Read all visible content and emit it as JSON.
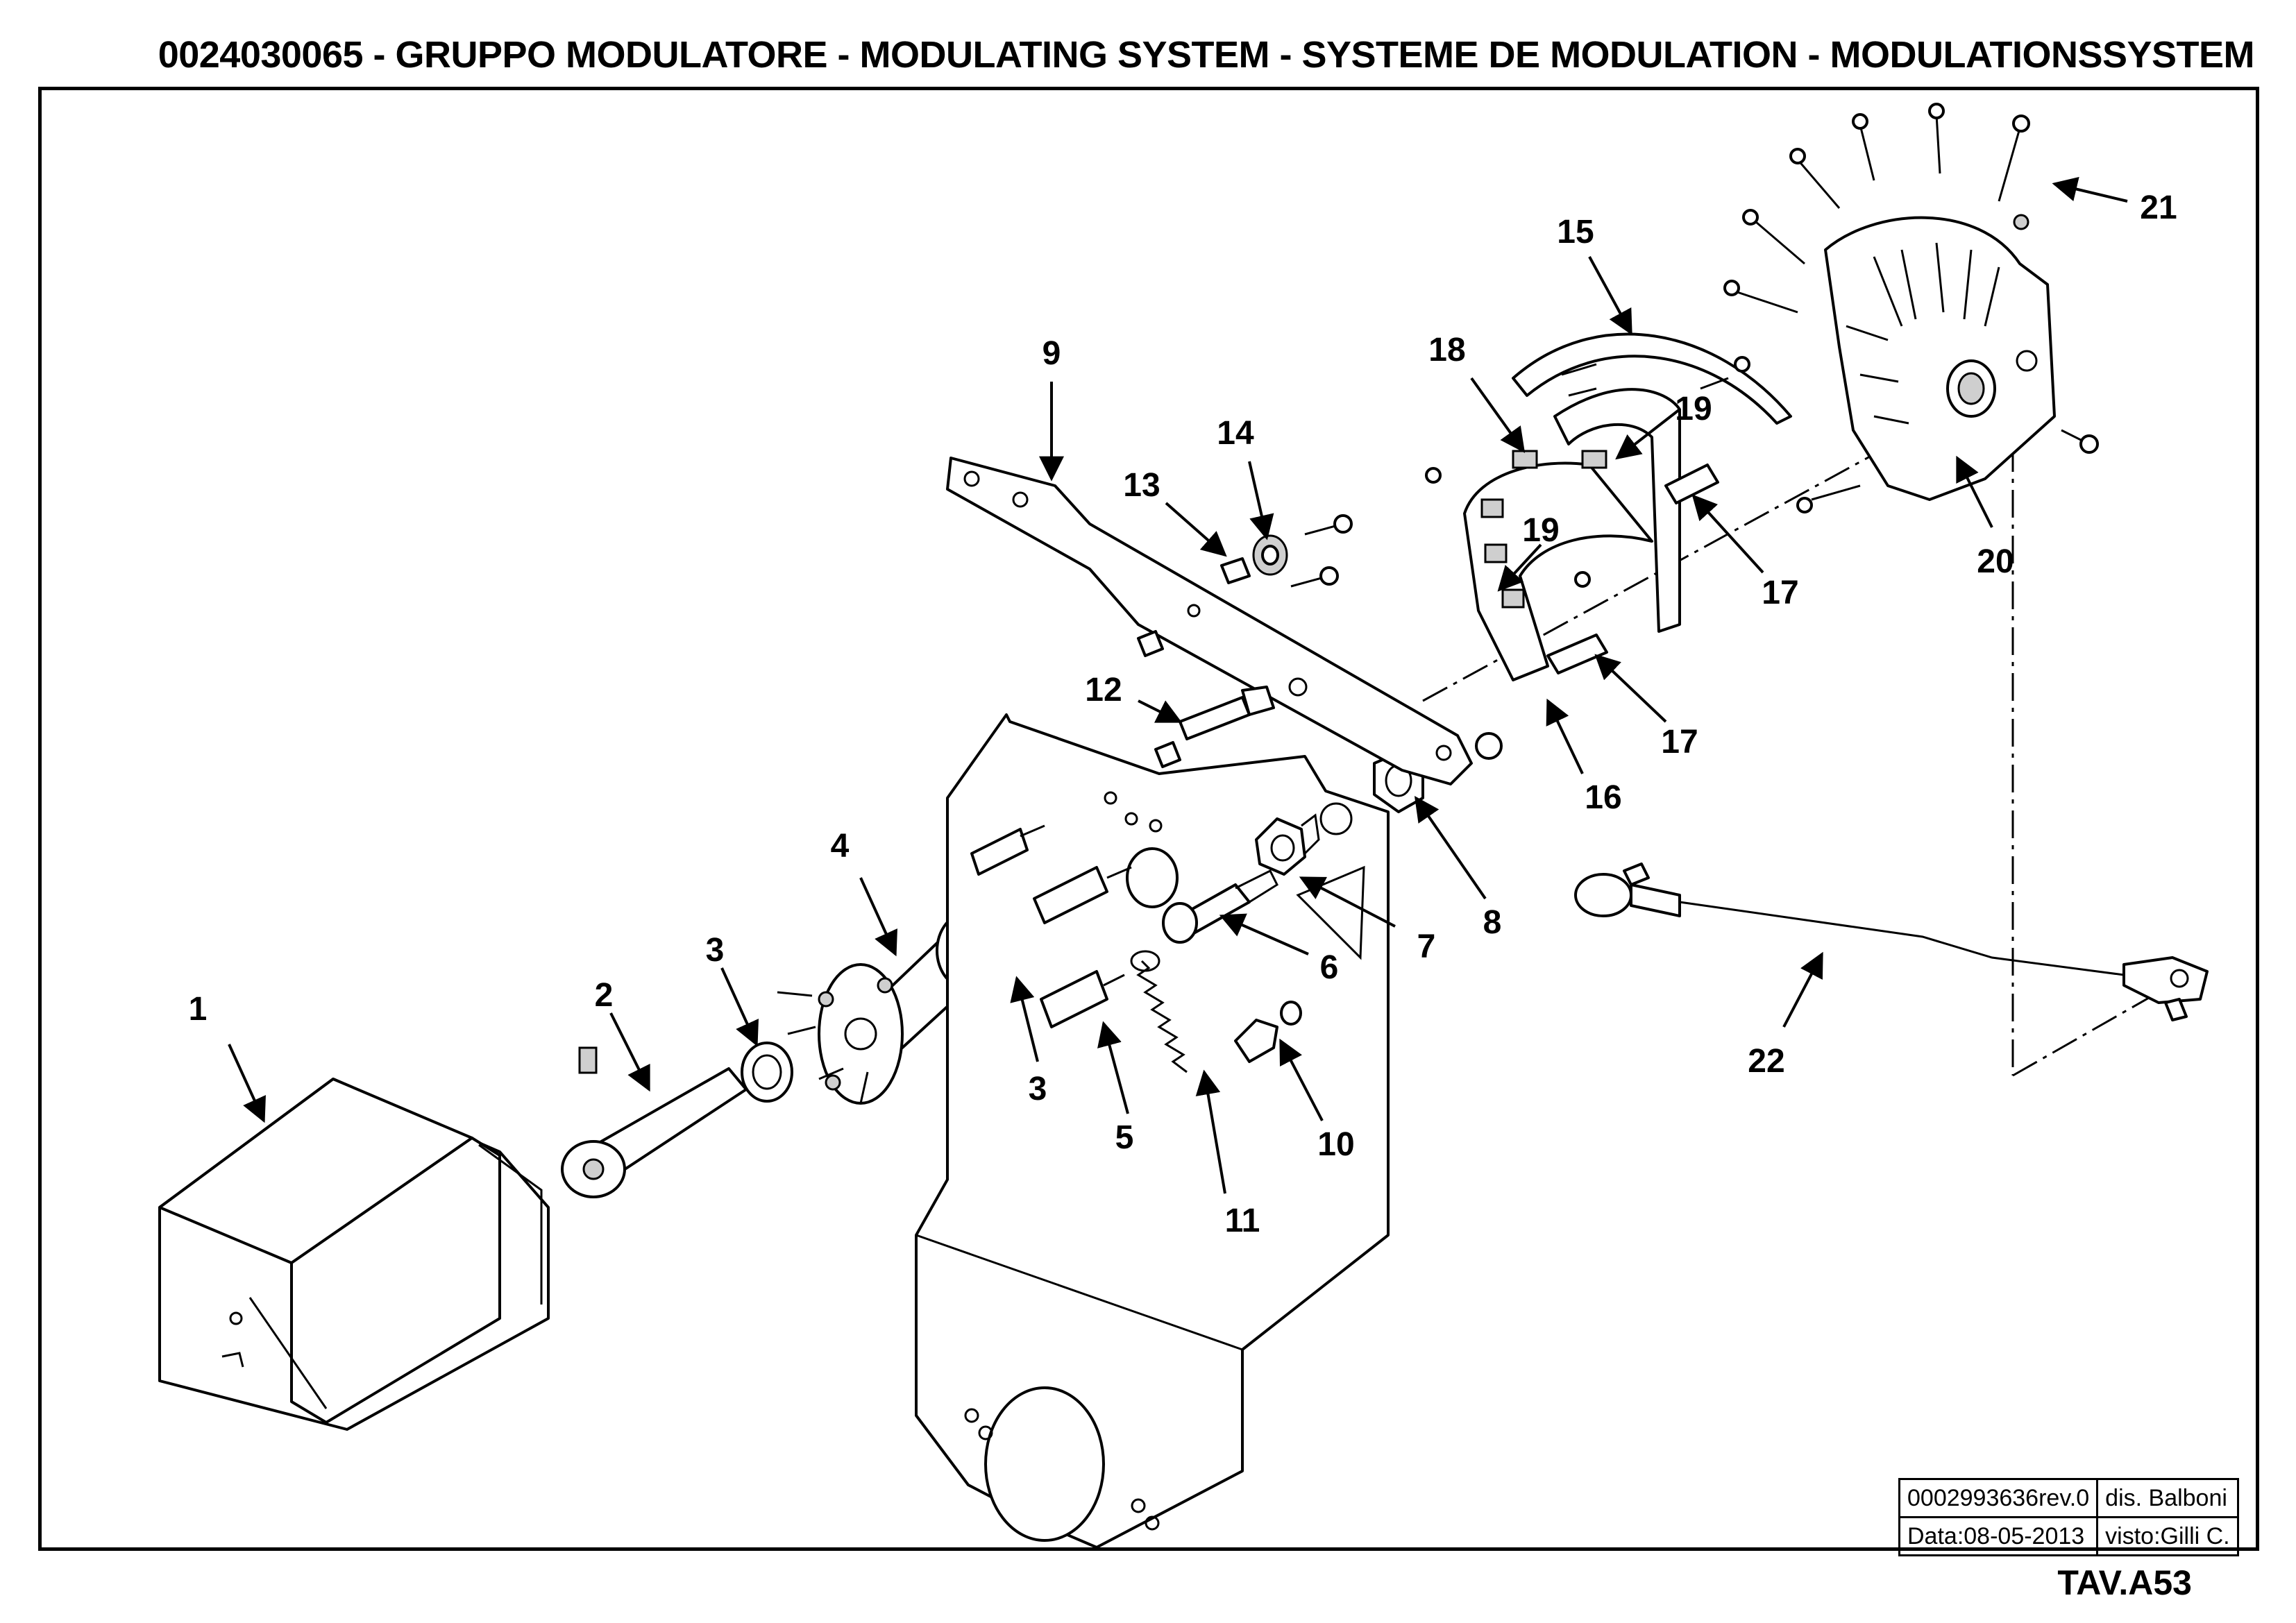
{
  "header": {
    "title": "0024030065 - GRUPPO MODULATORE - MODULATING SYSTEM - SYSTEME DE MODULATION - MODULATIONSSYSTEM"
  },
  "callouts": [
    "1",
    "2",
    "3",
    "3",
    "4",
    "5",
    "6",
    "7",
    "8",
    "9",
    "10",
    "11",
    "12",
    "13",
    "14",
    "15",
    "16",
    "17",
    "17",
    "18",
    "19",
    "19",
    "20",
    "21",
    "22"
  ],
  "title_block": {
    "drawing_number": "0002993636rev.0",
    "drawn_by": "dis. Balboni",
    "date": "Data:08-05-2013",
    "checked_by": "visto:Gilli C."
  },
  "plate_code": "TAV.A53"
}
